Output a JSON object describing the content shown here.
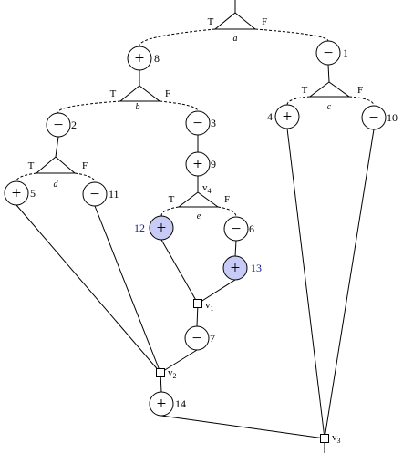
{
  "diagram": {
    "nodes": [
      {
        "id": "n8",
        "symbol": "+",
        "number": "8",
        "highlight": false
      },
      {
        "id": "n1",
        "symbol": "−",
        "number": "1",
        "highlight": false
      },
      {
        "id": "n2",
        "symbol": "−",
        "number": "2",
        "highlight": false
      },
      {
        "id": "n3",
        "symbol": "−",
        "number": "3",
        "highlight": false
      },
      {
        "id": "n4",
        "symbol": "+",
        "number": "4",
        "highlight": false
      },
      {
        "id": "n10",
        "symbol": "−",
        "number": "10",
        "highlight": false
      },
      {
        "id": "n9",
        "symbol": "+",
        "number": "9",
        "highlight": false
      },
      {
        "id": "n5",
        "symbol": "+",
        "number": "5",
        "highlight": false
      },
      {
        "id": "n11",
        "symbol": "−",
        "number": "11",
        "highlight": false
      },
      {
        "id": "n12",
        "symbol": "+",
        "number": "12",
        "highlight": true
      },
      {
        "id": "n6",
        "symbol": "−",
        "number": "6",
        "highlight": false
      },
      {
        "id": "n13",
        "symbol": "+",
        "number": "13",
        "highlight": true
      },
      {
        "id": "n7",
        "symbol": "−",
        "number": "7",
        "highlight": false
      },
      {
        "id": "n14",
        "symbol": "+",
        "number": "14",
        "highlight": false
      }
    ],
    "branches": [
      {
        "id": "a",
        "label": "a",
        "true_label": "T",
        "false_label": "F"
      },
      {
        "id": "b",
        "label": "b",
        "true_label": "T",
        "false_label": "F"
      },
      {
        "id": "c",
        "label": "c",
        "true_label": "T",
        "false_label": "F"
      },
      {
        "id": "d",
        "label": "d",
        "true_label": "T",
        "false_label": "F"
      },
      {
        "id": "e",
        "label": "e",
        "true_label": "T",
        "false_label": "F",
        "tag_main": "v",
        "tag_sub": "4"
      }
    ],
    "junctions": [
      {
        "id": "v1",
        "main": "v",
        "sub": "1"
      },
      {
        "id": "v2",
        "main": "v",
        "sub": "2"
      },
      {
        "id": "v3",
        "main": "v",
        "sub": "3"
      }
    ],
    "colors": {
      "stroke": "#000000",
      "node_fill": "#ffffff",
      "highlight_fill": "#c7cbf5",
      "highlight_text": "#1a1a8c"
    }
  }
}
